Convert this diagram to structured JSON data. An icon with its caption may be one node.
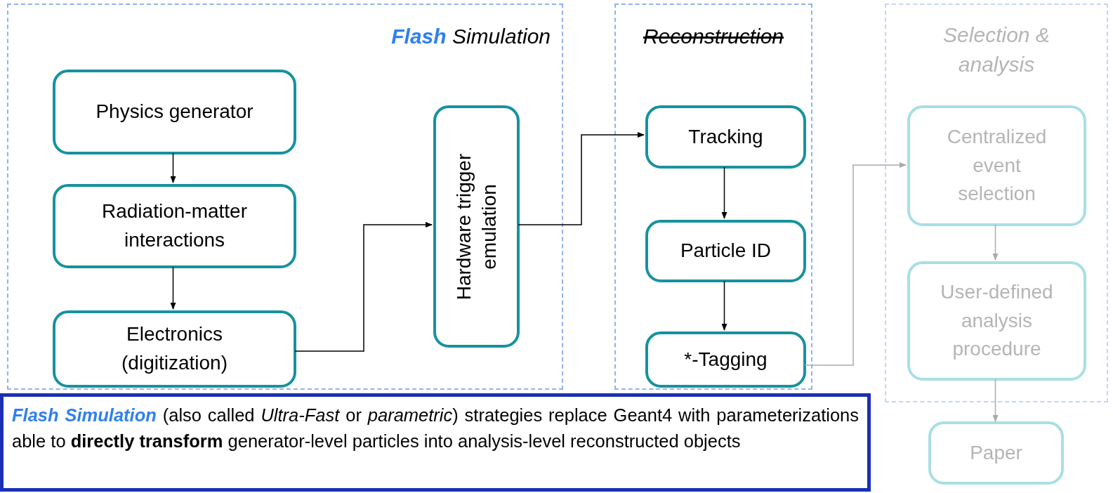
{
  "diagram": {
    "nodes": [
      {
        "text": [
          "**Flash** Simulation"
        ]
      },
      {
        "text": [
          "Physics generator"
        ],
        "in": 0
      },
      {
        "text": [
          "Radiation-matter interactions"
        ],
        "in": 0
      },
      {
        "text": [
          "Electronics (digitization)"
        ],
        "in": 0
      },
      {
        "text": [
          "Hardware trigger emulation"
        ],
        "in": 0
      },
      {
        "text": [
          "Reconstruction"
        ]
      },
      {
        "text": [
          "Tracking"
        ],
        "in": 5
      },
      {
        "text": [
          "Particle ID"
        ],
        "in": 5
      },
      {
        "text": [
          "*-Tagging"
        ],
        "in": 5
      },
      {
        "text": [
          "Selection & analysis"
        ]
      },
      {
        "text": [
          "Centralized event selection"
        ],
        "in": 9
      },
      {
        "text": [
          "User-defined analysis procedure"
        ],
        "in": 9
      },
      {
        "text": [
          "Paper"
        ]
      },
      {
        "text": [
          "**Flash Simulation** (also called *Ultra-Fast* or *parametric*) strategies replace Geant4 with parameterizations able to **directly transform** generator-level particles into analysis-level reconstructed objects"
        ]
      }
    ],
    "edges": [
      {
        "from": 1,
        "to": 2,
        "arrow": "to"
      },
      {
        "from": 2,
        "to": 3,
        "arrow": "to"
      },
      {
        "from": 3,
        "to": 4,
        "arrow": "to"
      },
      {
        "from": 4,
        "to": 6,
        "arrow": "to"
      },
      {
        "from": 6,
        "to": 7,
        "arrow": "to"
      },
      {
        "from": 7,
        "to": 8,
        "arrow": "to"
      },
      {
        "from": 8,
        "to": 10,
        "arrow": "to",
        "color": "#aaaaaa"
      },
      {
        "from": 10,
        "to": 11,
        "arrow": "to",
        "color": "#aaaaaa"
      },
      {
        "from": 11,
        "to": 12,
        "arrow": "to",
        "color": "#aaaaaa"
      }
    ]
  }
}
